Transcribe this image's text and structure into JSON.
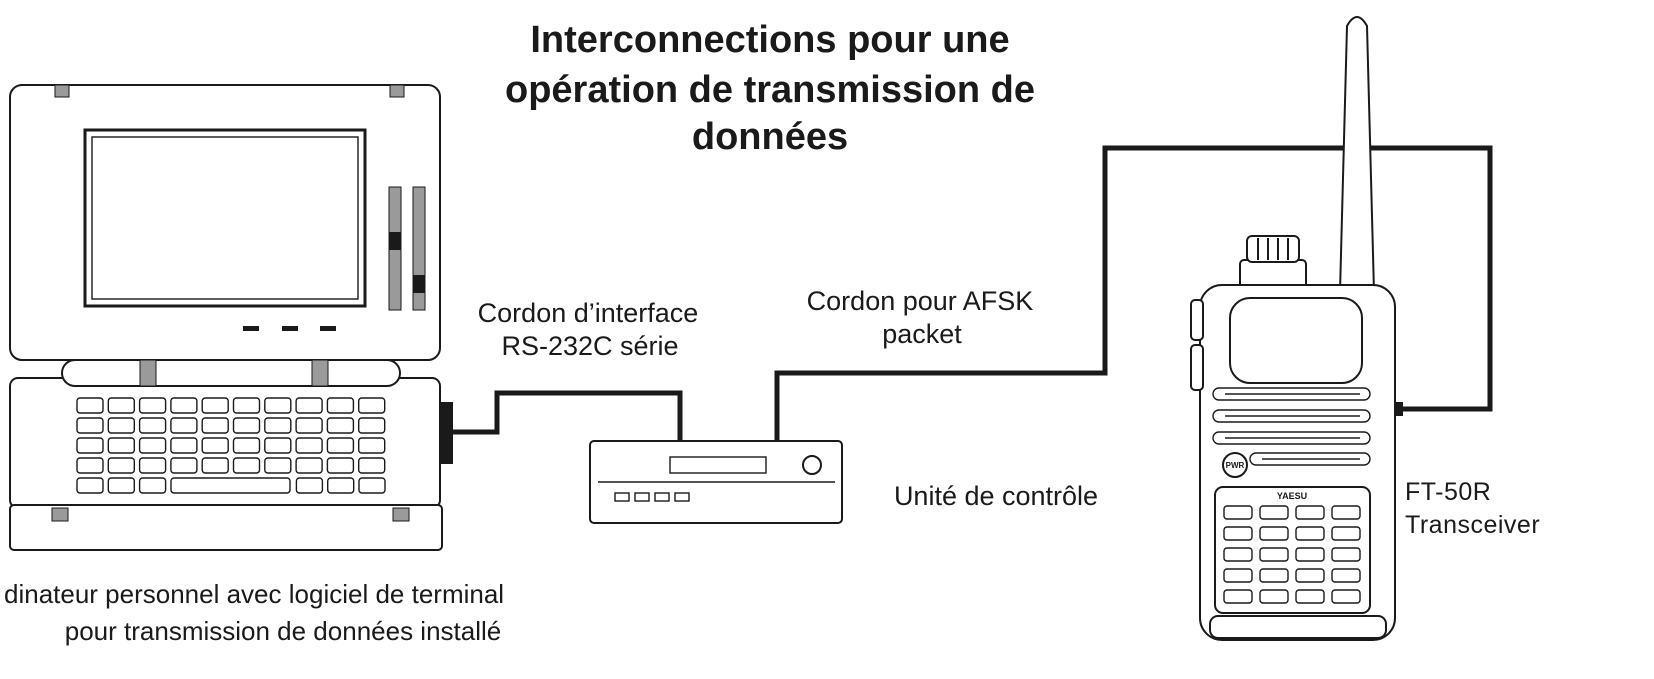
{
  "title": {
    "line1": "Interconnections pour une",
    "line2": "opération de transmission de",
    "line3": "données"
  },
  "rs232_label": {
    "line1": "Cordon d’interface",
    "line2": "RS-232C série"
  },
  "afsk_label": {
    "line1": "Cordon pour AFSK",
    "line2": "packet"
  },
  "control_unit_label": "Unité de contrôle",
  "transceiver_label": {
    "line1": "FT-50R",
    "line2": "Transceiver"
  },
  "computer_label": {
    "line1": "dinateur personnel avec logiciel de terminal",
    "line2": "pour transmission de données installé"
  },
  "radio": {
    "brand": "YAESU",
    "power_button": "PWR"
  },
  "colors": {
    "ink": "#1a1a1a",
    "part_gray": "#9a9a9a",
    "background": "#ffffff"
  }
}
